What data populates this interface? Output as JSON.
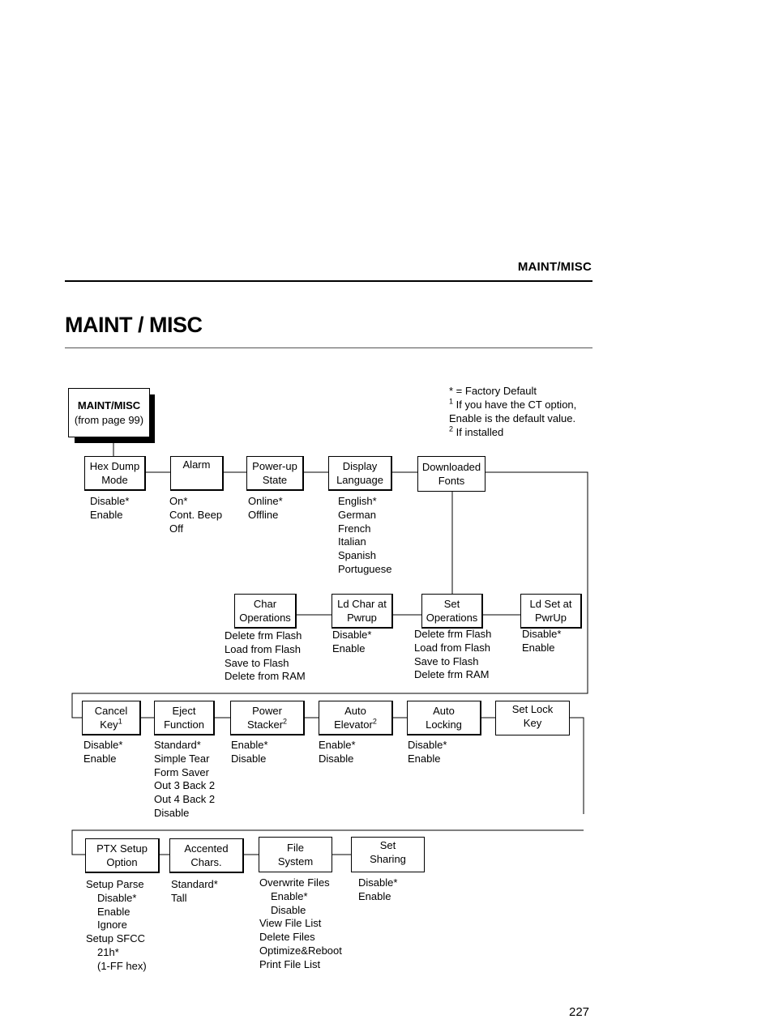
{
  "header": {
    "section": "MAINT/MISC"
  },
  "title": "MAINT / MISC",
  "legend": {
    "factory_default": "* = Factory Default",
    "note1_mark": "1",
    "note1_line1": "If you have the CT option,",
    "note1_line2": "Enable is the default value.",
    "note2_mark": "2",
    "note2_text": "If installed"
  },
  "root": {
    "title": "MAINT/MISC",
    "subtitle": "(from page 99)"
  },
  "row1": {
    "hex_dump": {
      "label": "Hex Dump\nMode",
      "options": [
        "Disable*",
        "Enable"
      ]
    },
    "alarm": {
      "label": "Alarm",
      "options": [
        "On*",
        "Cont. Beep",
        "Off"
      ]
    },
    "powerup": {
      "label": "Power-up\nState",
      "options": [
        "Online*",
        "Offline"
      ]
    },
    "display_language": {
      "label": "Display\nLanguage",
      "options": [
        "English*",
        "German",
        "French",
        "Italian",
        "Spanish",
        "Portuguese"
      ]
    },
    "downloaded_fonts": {
      "label": "Downloaded\nFonts"
    }
  },
  "row2": {
    "char_ops": {
      "label": "Char\nOperations",
      "options": [
        "Delete frm Flash",
        "Load from Flash",
        "Save to Flash",
        "Delete from RAM"
      ]
    },
    "ld_char": {
      "label": "Ld Char at\nPwrup",
      "options": [
        "Disable*",
        "Enable"
      ]
    },
    "set_ops": {
      "label": "Set\nOperations",
      "options": [
        "Delete frm Flash",
        "Load from Flash",
        "Save to Flash",
        "Delete frm RAM"
      ]
    },
    "ld_set": {
      "label": "Ld Set at\nPwrUp",
      "options": [
        "Disable*",
        "Enable"
      ]
    }
  },
  "row3": {
    "cancel_key": {
      "label": "Cancel\nKey",
      "sup": "1",
      "options": [
        "Disable*",
        "Enable"
      ]
    },
    "eject": {
      "label": "Eject\nFunction",
      "options": [
        "Standard*",
        "Simple Tear",
        "Form Saver",
        "Out 3 Back 2",
        "Out 4 Back 2",
        "Disable"
      ]
    },
    "power_stacker": {
      "label": "Power\nStacker",
      "sup": "2",
      "options": [
        "Enable*",
        "Disable"
      ]
    },
    "auto_elevator": {
      "label": "Auto\nElevator",
      "sup": "2",
      "options": [
        "Enable*",
        "Disable"
      ]
    },
    "auto_locking": {
      "label": "Auto\nLocking",
      "options": [
        "Disable*",
        "Enable"
      ]
    },
    "set_lock_key": {
      "label": "Set Lock\nKey"
    }
  },
  "row4": {
    "ptx_setup": {
      "label": "PTX Setup\nOption",
      "options": [
        "Setup Parse",
        "Disable*",
        "Enable",
        "Ignore",
        "Setup SFCC",
        "21h*",
        "(1-FF hex)"
      ]
    },
    "accented": {
      "label": "Accented\nChars.",
      "options": [
        "Standard*",
        "Tall"
      ]
    },
    "file_system": {
      "label": "File\nSystem",
      "options": [
        "Overwrite Files",
        "Enable*",
        "Disable",
        "View File List",
        "Delete Files",
        "Optimize&Reboot",
        "Print File List"
      ]
    },
    "set_sharing": {
      "label": "Set\nSharing",
      "options": [
        "Disable*",
        "Enable"
      ]
    }
  },
  "page_number": "227"
}
